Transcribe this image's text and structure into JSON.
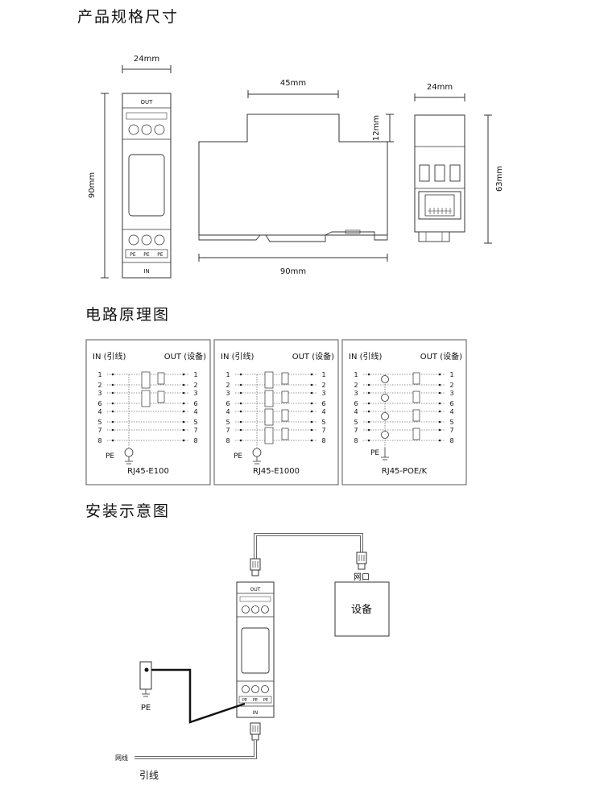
{
  "sections": {
    "dimensions": "产品规格尺寸",
    "circuit": "电路原理图",
    "install": "安装示意图"
  },
  "dimensions": {
    "front_width": "24mm",
    "front_height": "90mm",
    "side_top": "45mm",
    "side_notch": "12mm",
    "side_bottom": "90mm",
    "end_width": "24mm",
    "end_height": "63mm"
  },
  "device": {
    "out_label": "OUT",
    "in_label": "IN",
    "pe_labels": [
      "PE",
      "PE",
      "PE"
    ]
  },
  "circuits": [
    {
      "in_label": "IN (引线)",
      "out_label": "OUT (设备)",
      "name": "RJ45-E100",
      "pins": [
        "1",
        "2",
        "3",
        "6",
        "4",
        "5",
        "7",
        "8"
      ],
      "pe": "PE"
    },
    {
      "in_label": "IN (引线)",
      "out_label": "OUT (设备)",
      "name": "RJ45-E1000",
      "pins": [
        "1",
        "2",
        "3",
        "6",
        "4",
        "5",
        "7",
        "8"
      ],
      "pe": "PE"
    },
    {
      "in_label": "IN (引线)",
      "out_label": "OUT (设备)",
      "name": "RJ45-POE/K",
      "pins": [
        "1",
        "2",
        "3",
        "6",
        "4",
        "5",
        "7",
        "8"
      ],
      "pe": "PE"
    }
  ],
  "install": {
    "port_label": "网口",
    "equipment_label": "设备",
    "pe_label": "PE",
    "cable_label": "网线",
    "lead_label": "引线"
  }
}
